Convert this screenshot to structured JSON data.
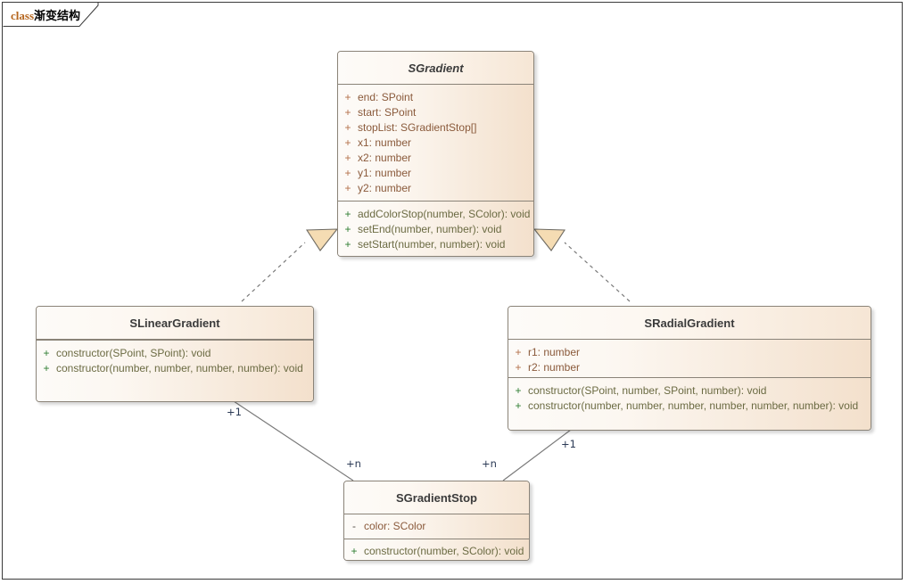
{
  "frame": {
    "keyword": "class",
    "name": "渐变结构"
  },
  "classes": [
    {
      "id": "sgradient",
      "name": "SGradient",
      "abstract": true,
      "attributes": [
        {
          "visibility": "+",
          "signature": "end: SPoint"
        },
        {
          "visibility": "+",
          "signature": "start: SPoint"
        },
        {
          "visibility": "+",
          "signature": "stopList: SGradientStop[]"
        },
        {
          "visibility": "+",
          "signature": "x1: number"
        },
        {
          "visibility": "+",
          "signature": "x2: number"
        },
        {
          "visibility": "+",
          "signature": "y1: number"
        },
        {
          "visibility": "+",
          "signature": "y2: number"
        }
      ],
      "operations": [
        {
          "visibility": "+",
          "signature": "addColorStop(number, SColor): void"
        },
        {
          "visibility": "+",
          "signature": "setEnd(number, number): void"
        },
        {
          "visibility": "+",
          "signature": "setStart(number, number): void"
        }
      ]
    },
    {
      "id": "slineargradient",
      "name": "SLinearGradient",
      "abstract": false,
      "attributes": [],
      "operations": [
        {
          "visibility": "+",
          "signature": "constructor(SPoint, SPoint): void"
        },
        {
          "visibility": "+",
          "signature": "constructor(number, number, number, number): void"
        }
      ]
    },
    {
      "id": "sradialgradient",
      "name": "SRadialGradient",
      "abstract": false,
      "attributes": [
        {
          "visibility": "+",
          "signature": "r1: number"
        },
        {
          "visibility": "+",
          "signature": "r2: number"
        }
      ],
      "operations": [
        {
          "visibility": "+",
          "signature": "constructor(SPoint, number, SPoint, number): void"
        },
        {
          "visibility": "+",
          "signature": "constructor(number, number, number, number, number, number): void"
        }
      ]
    },
    {
      "id": "sgradientstop",
      "name": "SGradientStop",
      "abstract": false,
      "attributes": [
        {
          "visibility": "-",
          "signature": "color: SColor"
        }
      ],
      "operations": [
        {
          "visibility": "+",
          "signature": "constructor(number, SColor): void"
        }
      ]
    }
  ],
  "relations": [
    {
      "type": "realization",
      "from": "SLinearGradient",
      "to": "SGradient",
      "style": "dashed",
      "arrow": "hollow-triangle"
    },
    {
      "type": "realization",
      "from": "SRadialGradient",
      "to": "SGradient",
      "style": "dashed",
      "arrow": "hollow-triangle"
    },
    {
      "type": "association",
      "from": "SLinearGradient",
      "to": "SGradientStop",
      "style": "solid",
      "source_multiplicity": "+1",
      "target_multiplicity": "+n"
    },
    {
      "type": "association",
      "from": "SRadialGradient",
      "to": "SGradientStop",
      "style": "solid",
      "source_multiplicity": "+1",
      "target_multiplicity": "+n"
    }
  ],
  "multiplicity_labels": [
    {
      "text": "+1",
      "name": "mult-linear-one"
    },
    {
      "text": "+n",
      "name": "mult-linear-many"
    },
    {
      "text": "+n",
      "name": "mult-radial-many"
    },
    {
      "text": "+1",
      "name": "mult-radial-one"
    }
  ],
  "colors": {
    "frame_border": "#3a3a3a",
    "class_border": "#8a8378",
    "header_light": "#fdfbf8",
    "header_tan": "#f6e6d5",
    "body_tan": "#f3e0cc",
    "attribute_text": "#8a5a3b",
    "attribute_vis": "#b4704a",
    "operation_text": "#6b6b43",
    "operation_vis": "#2f7d32",
    "title_text": "#3b3b3b",
    "connector": "#7a7a7a",
    "arrow_fill": "#f5dcb3",
    "multiplicity_text": "#2b3a55",
    "keyword_text": "#b5651d"
  }
}
